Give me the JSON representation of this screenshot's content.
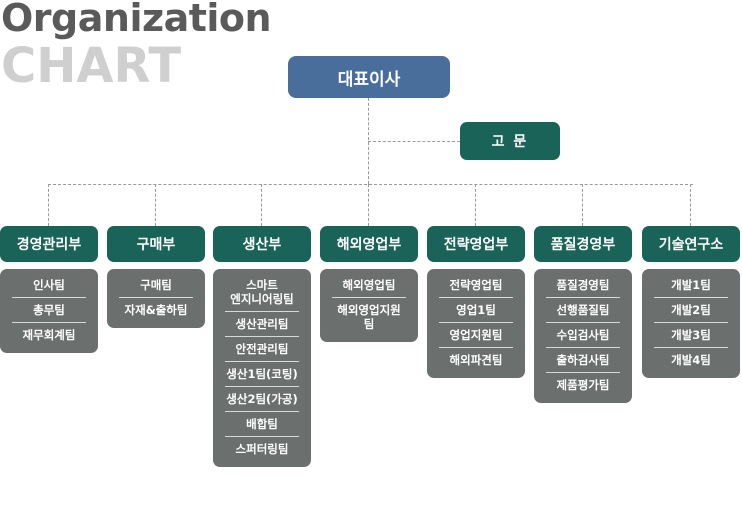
{
  "title": {
    "line1": "Organization",
    "line2": "CHART"
  },
  "ceo": "대표이사",
  "advisor": "고 문",
  "departments": [
    {
      "name": "경영관리부",
      "teams": [
        "인사팀",
        "총무팀",
        "재무회계팀"
      ]
    },
    {
      "name": "구매부",
      "teams": [
        "구매팀",
        "자재&출하팀"
      ]
    },
    {
      "name": "생산부",
      "teams": [
        "스마트\n엔지니어링팀",
        "생산관리팀",
        "안전관리팀",
        "생산1팀(코팅)",
        "생산2팀(가공)",
        "배합팀",
        "스퍼터링팀"
      ]
    },
    {
      "name": "해외영업부",
      "teams": [
        "해외영업팀",
        "해외영업지원팀"
      ]
    },
    {
      "name": "전략영업부",
      "teams": [
        "전략영업팀",
        "영업1팀",
        "영업지원팀",
        "해외파견팀"
      ]
    },
    {
      "name": "품질경영부",
      "teams": [
        "품질경영팀",
        "선행품질팀",
        "수입검사팀",
        "출하검사팀",
        "제품평가팀"
      ]
    },
    {
      "name": "기술연구소",
      "teams": [
        "개발1팀",
        "개발2팀",
        "개발3팀",
        "개발4팀"
      ]
    }
  ],
  "colors": {
    "ceo": "#4a6e9c",
    "department": "#196358",
    "team_panel": "#6b6f6e",
    "title_dark": "#5a5a5a",
    "title_light": "#cfcfcf"
  }
}
